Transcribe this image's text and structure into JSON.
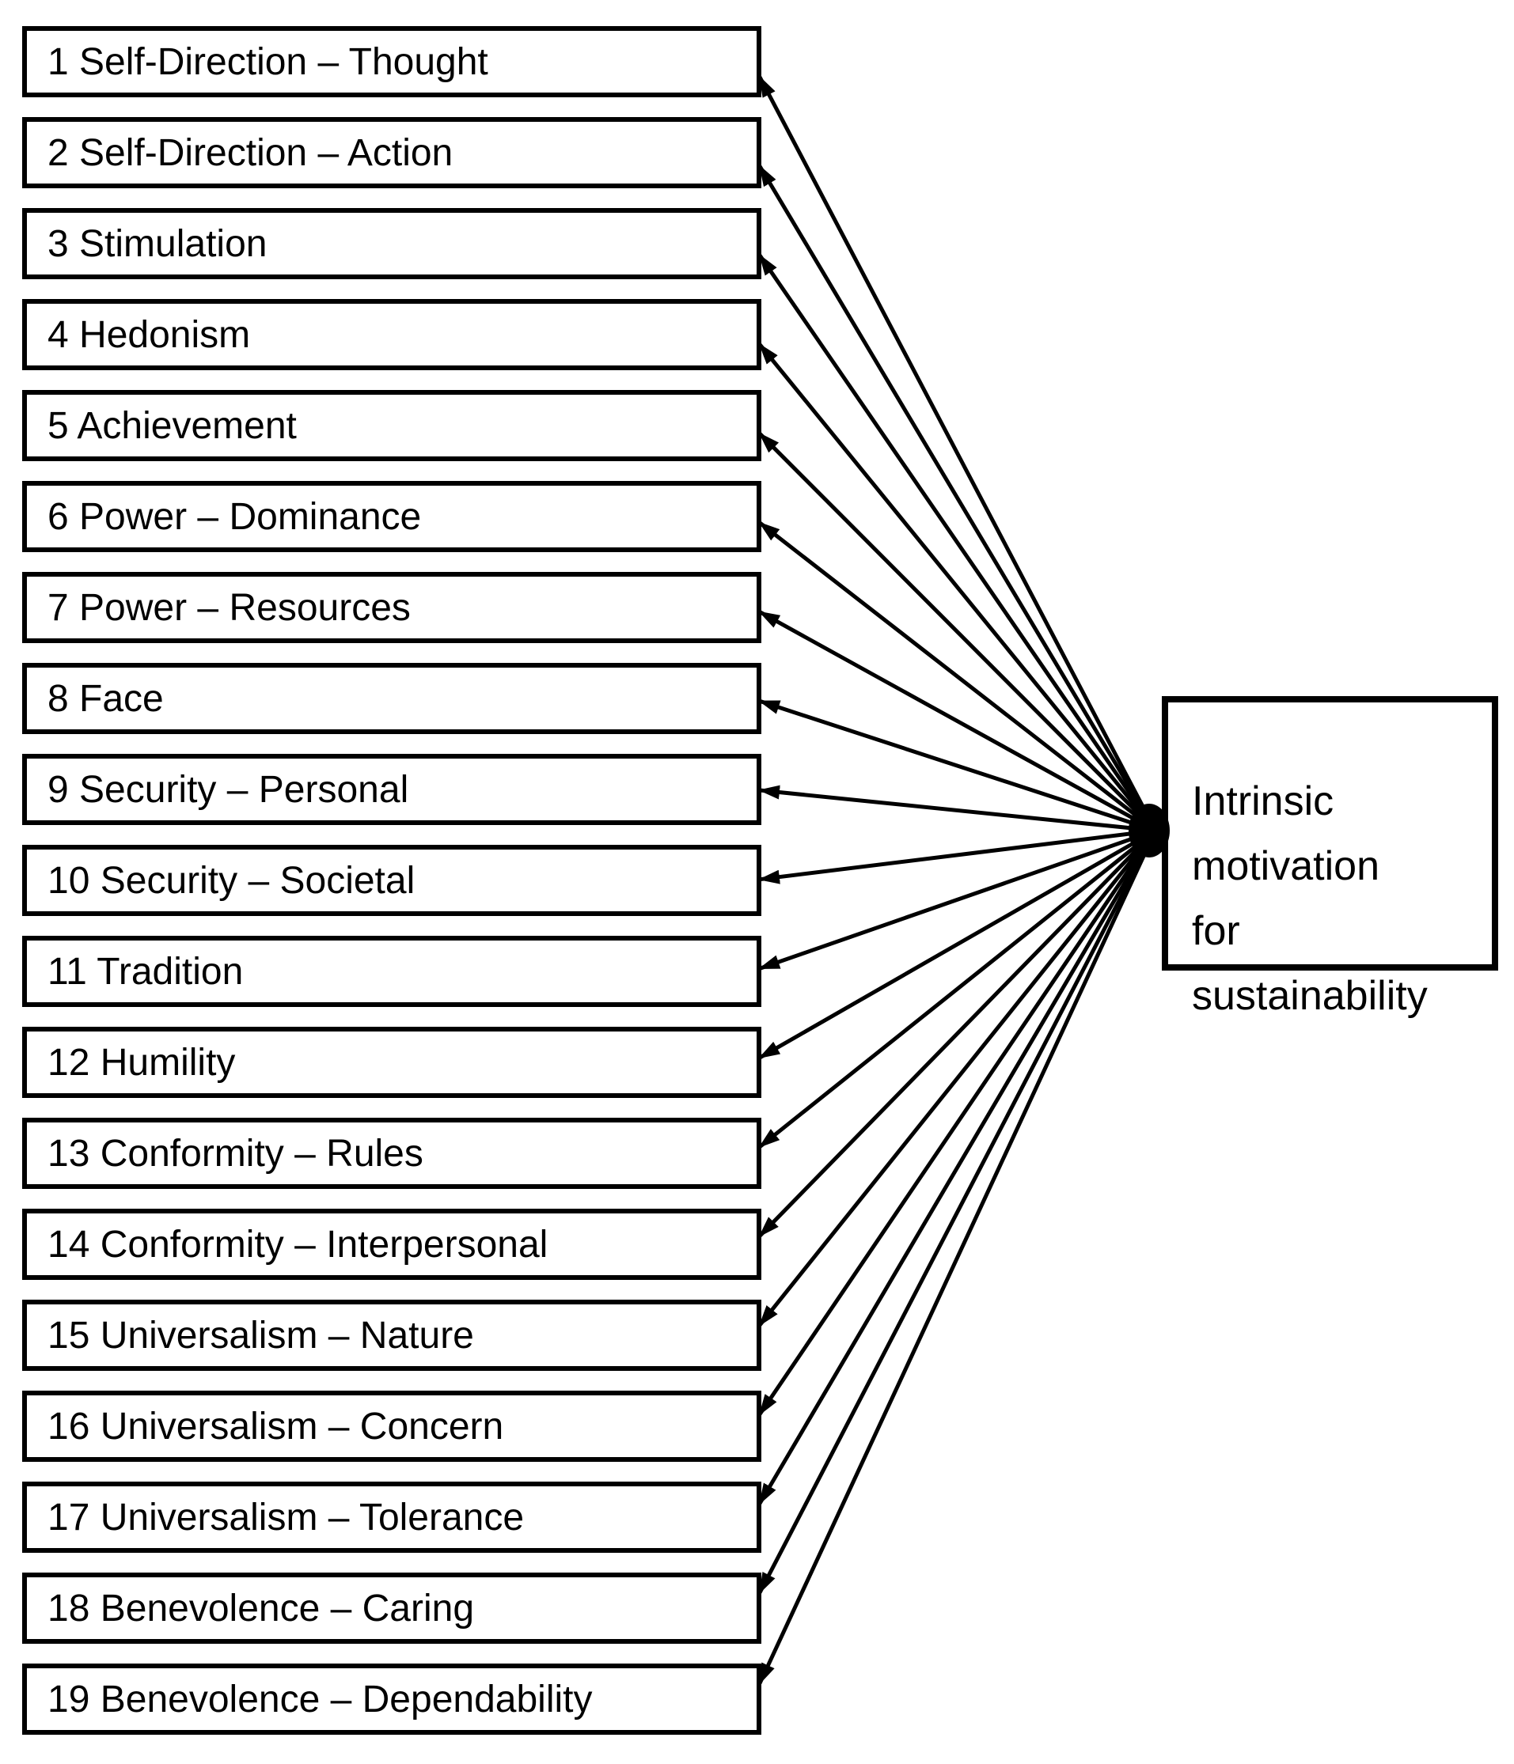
{
  "diagram": {
    "title": null,
    "background_color": "#ffffff",
    "colors": {
      "line": "#000000",
      "box_border": "#000000",
      "box_fill": "#ffffff",
      "text": "#000000"
    },
    "nodes": [
      {
        "label": "1 Self-Direction – Thought"
      },
      {
        "label": "2 Self-Direction – Action"
      },
      {
        "label": "3 Stimulation"
      },
      {
        "label": "4 Hedonism"
      },
      {
        "label": "5 Achievement"
      },
      {
        "label": "6 Power – Dominance"
      },
      {
        "label": "7 Power – Resources"
      },
      {
        "label": "8 Face"
      },
      {
        "label": "9 Security – Personal"
      },
      {
        "label": "10 Security – Societal"
      },
      {
        "label": "11 Tradition"
      },
      {
        "label": "12 Humility"
      },
      {
        "label": "13 Conformity – Rules"
      },
      {
        "label": "14 Conformity – Interpersonal"
      },
      {
        "label": "15 Universalism – Nature"
      },
      {
        "label": "16 Universalism – Concern"
      },
      {
        "label": "17 Universalism – Tolerance"
      },
      {
        "label": "18 Benevolence – Caring"
      },
      {
        "label": "19 Benevolence – Dependability"
      }
    ],
    "hub": {
      "label": "Intrinsic\nmotivation\nfor\nsustainability"
    },
    "edges": {
      "description": "one straight connector from the hub box to each of the 19 value boxes",
      "arrowhead_at": "value-box end",
      "count": 19
    }
  }
}
